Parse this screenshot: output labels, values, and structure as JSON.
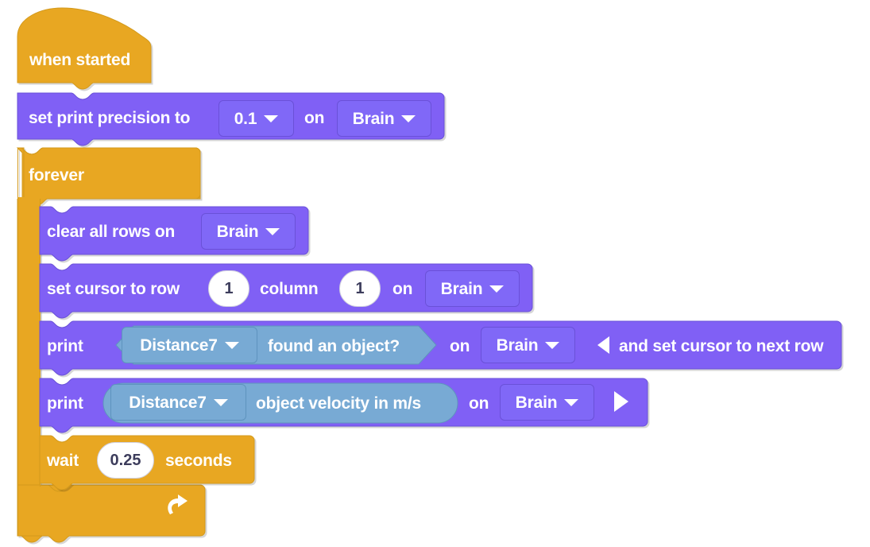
{
  "app": {
    "name": "vexcode-block-editor",
    "workspace_background": "#ffffff"
  },
  "colors": {
    "event_block": "#E8A723",
    "control_block": "#E8A723",
    "brain_block": "#8060F5",
    "sensing_reporter": "#78AAD4",
    "block_text": "#ffffff",
    "input_text": "#3d3d5c"
  },
  "script": {
    "name": "when-started-stack",
    "blocks": [
      {
        "id": "when-started",
        "type": "hat",
        "label": "when started"
      },
      {
        "id": "set-print-precision",
        "type": "stack",
        "label_before": "set print precision to",
        "precision_value": "0.1",
        "label_mid": "on",
        "device_value": "Brain"
      },
      {
        "id": "forever",
        "type": "c-block",
        "label": "forever",
        "loop_icon": "loop-arrow-icon",
        "children": [
          {
            "id": "clear-all-rows",
            "type": "stack",
            "label_before": "clear all rows on",
            "device_value": "Brain"
          },
          {
            "id": "set-cursor-to-row-column",
            "type": "stack",
            "label_before": "set cursor to row",
            "row_value": "1",
            "label_mid": "column",
            "column_value": "1",
            "label_on": "on",
            "device_value": "Brain"
          },
          {
            "id": "print-found-an-object",
            "type": "stack",
            "label_before": "print",
            "reporter": {
              "shape": "boolean-hexagon",
              "sensor_value": "Distance7",
              "label": "found an object?"
            },
            "label_on": "on",
            "device_value": "Brain",
            "arrow_icon": "collapse-left-arrow-icon",
            "label_after": "and set cursor to next row"
          },
          {
            "id": "print-object-velocity",
            "type": "stack",
            "label_before": "print",
            "reporter": {
              "shape": "reporter-oval",
              "sensor_value": "Distance7",
              "label": "object velocity in m/s"
            },
            "label_on": "on",
            "device_value": "Brain",
            "arrow_icon": "expand-right-arrow-icon"
          },
          {
            "id": "wait-seconds",
            "type": "stack",
            "label_before": "wait",
            "seconds_value": "0.25",
            "label_after": "seconds"
          }
        ]
      }
    ]
  }
}
